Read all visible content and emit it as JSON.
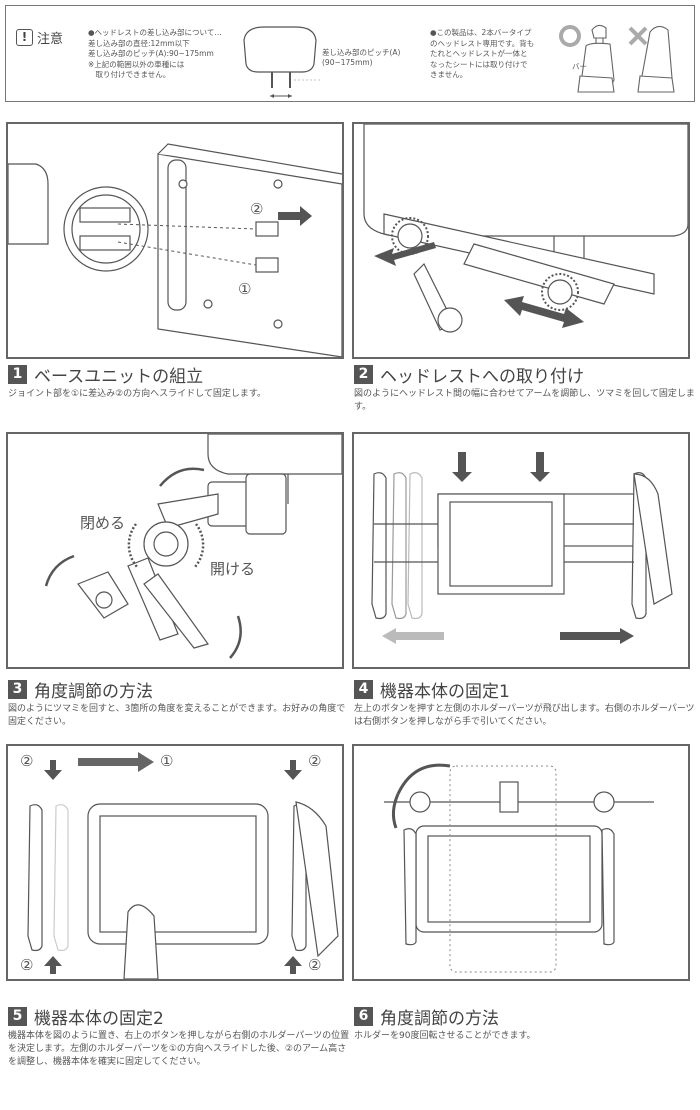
{
  "notice": {
    "mark": "!",
    "title": "注意",
    "left_lines": [
      "●ヘッドレストの差し込み部について…",
      "差し込み部の直径:12mm以下",
      "差し込み部のピッチ(A):90~175mm",
      "※上記の範囲以外の車種には",
      "　取り付けできません。"
    ],
    "pitch_note_lines": [
      "差し込み部のピッチ(A)",
      "(90~175mm)"
    ],
    "right_lines": [
      "●この製品は、2本バータイプ",
      "のヘッドレスト専用です。背も",
      "たれとヘッドレストが一体と",
      "なったシートには取り付けで",
      "きません。"
    ],
    "bar_label": "バー"
  },
  "steps": [
    {
      "num": "1",
      "title": "ベースユニットの組立",
      "desc": "ジョイント部を①に差込み②の方向へスライドして固定します。",
      "callouts": [
        "②",
        "①"
      ]
    },
    {
      "num": "2",
      "title": "ヘッドレストへの取り付け",
      "desc": "図のようにヘッドレスト間の幅に合わせてアームを調節し、ツマミを回して固定します。"
    },
    {
      "num": "3",
      "title": "角度調節の方法",
      "desc": "図のようにツマミを回すと、3箇所の角度を変えることができます。お好みの角度で固定ください。",
      "callouts": [
        "閉める",
        "開ける"
      ]
    },
    {
      "num": "4",
      "title": "機器本体の固定1",
      "desc": "左上のボタンを押すと左側のホルダーパーツが飛び出します。右側のホルダーパーツは右側ボタンを押しながら手で引いてください。"
    },
    {
      "num": "5",
      "title": "機器本体の固定2",
      "desc": "機器本体を図のように置き、右上のボタンを押しながら右側のホルダーパーツの位置を決定します。左側のホルダーパーツを①の方向へスライドした後、②のアーム高さを調整し、機器本体を確実に固定してください。",
      "callouts": [
        "②",
        "①",
        "②",
        "②",
        "②"
      ]
    },
    {
      "num": "6",
      "title": "角度調節の方法",
      "desc": "ホルダーを90度回転させることができます。"
    }
  ]
}
